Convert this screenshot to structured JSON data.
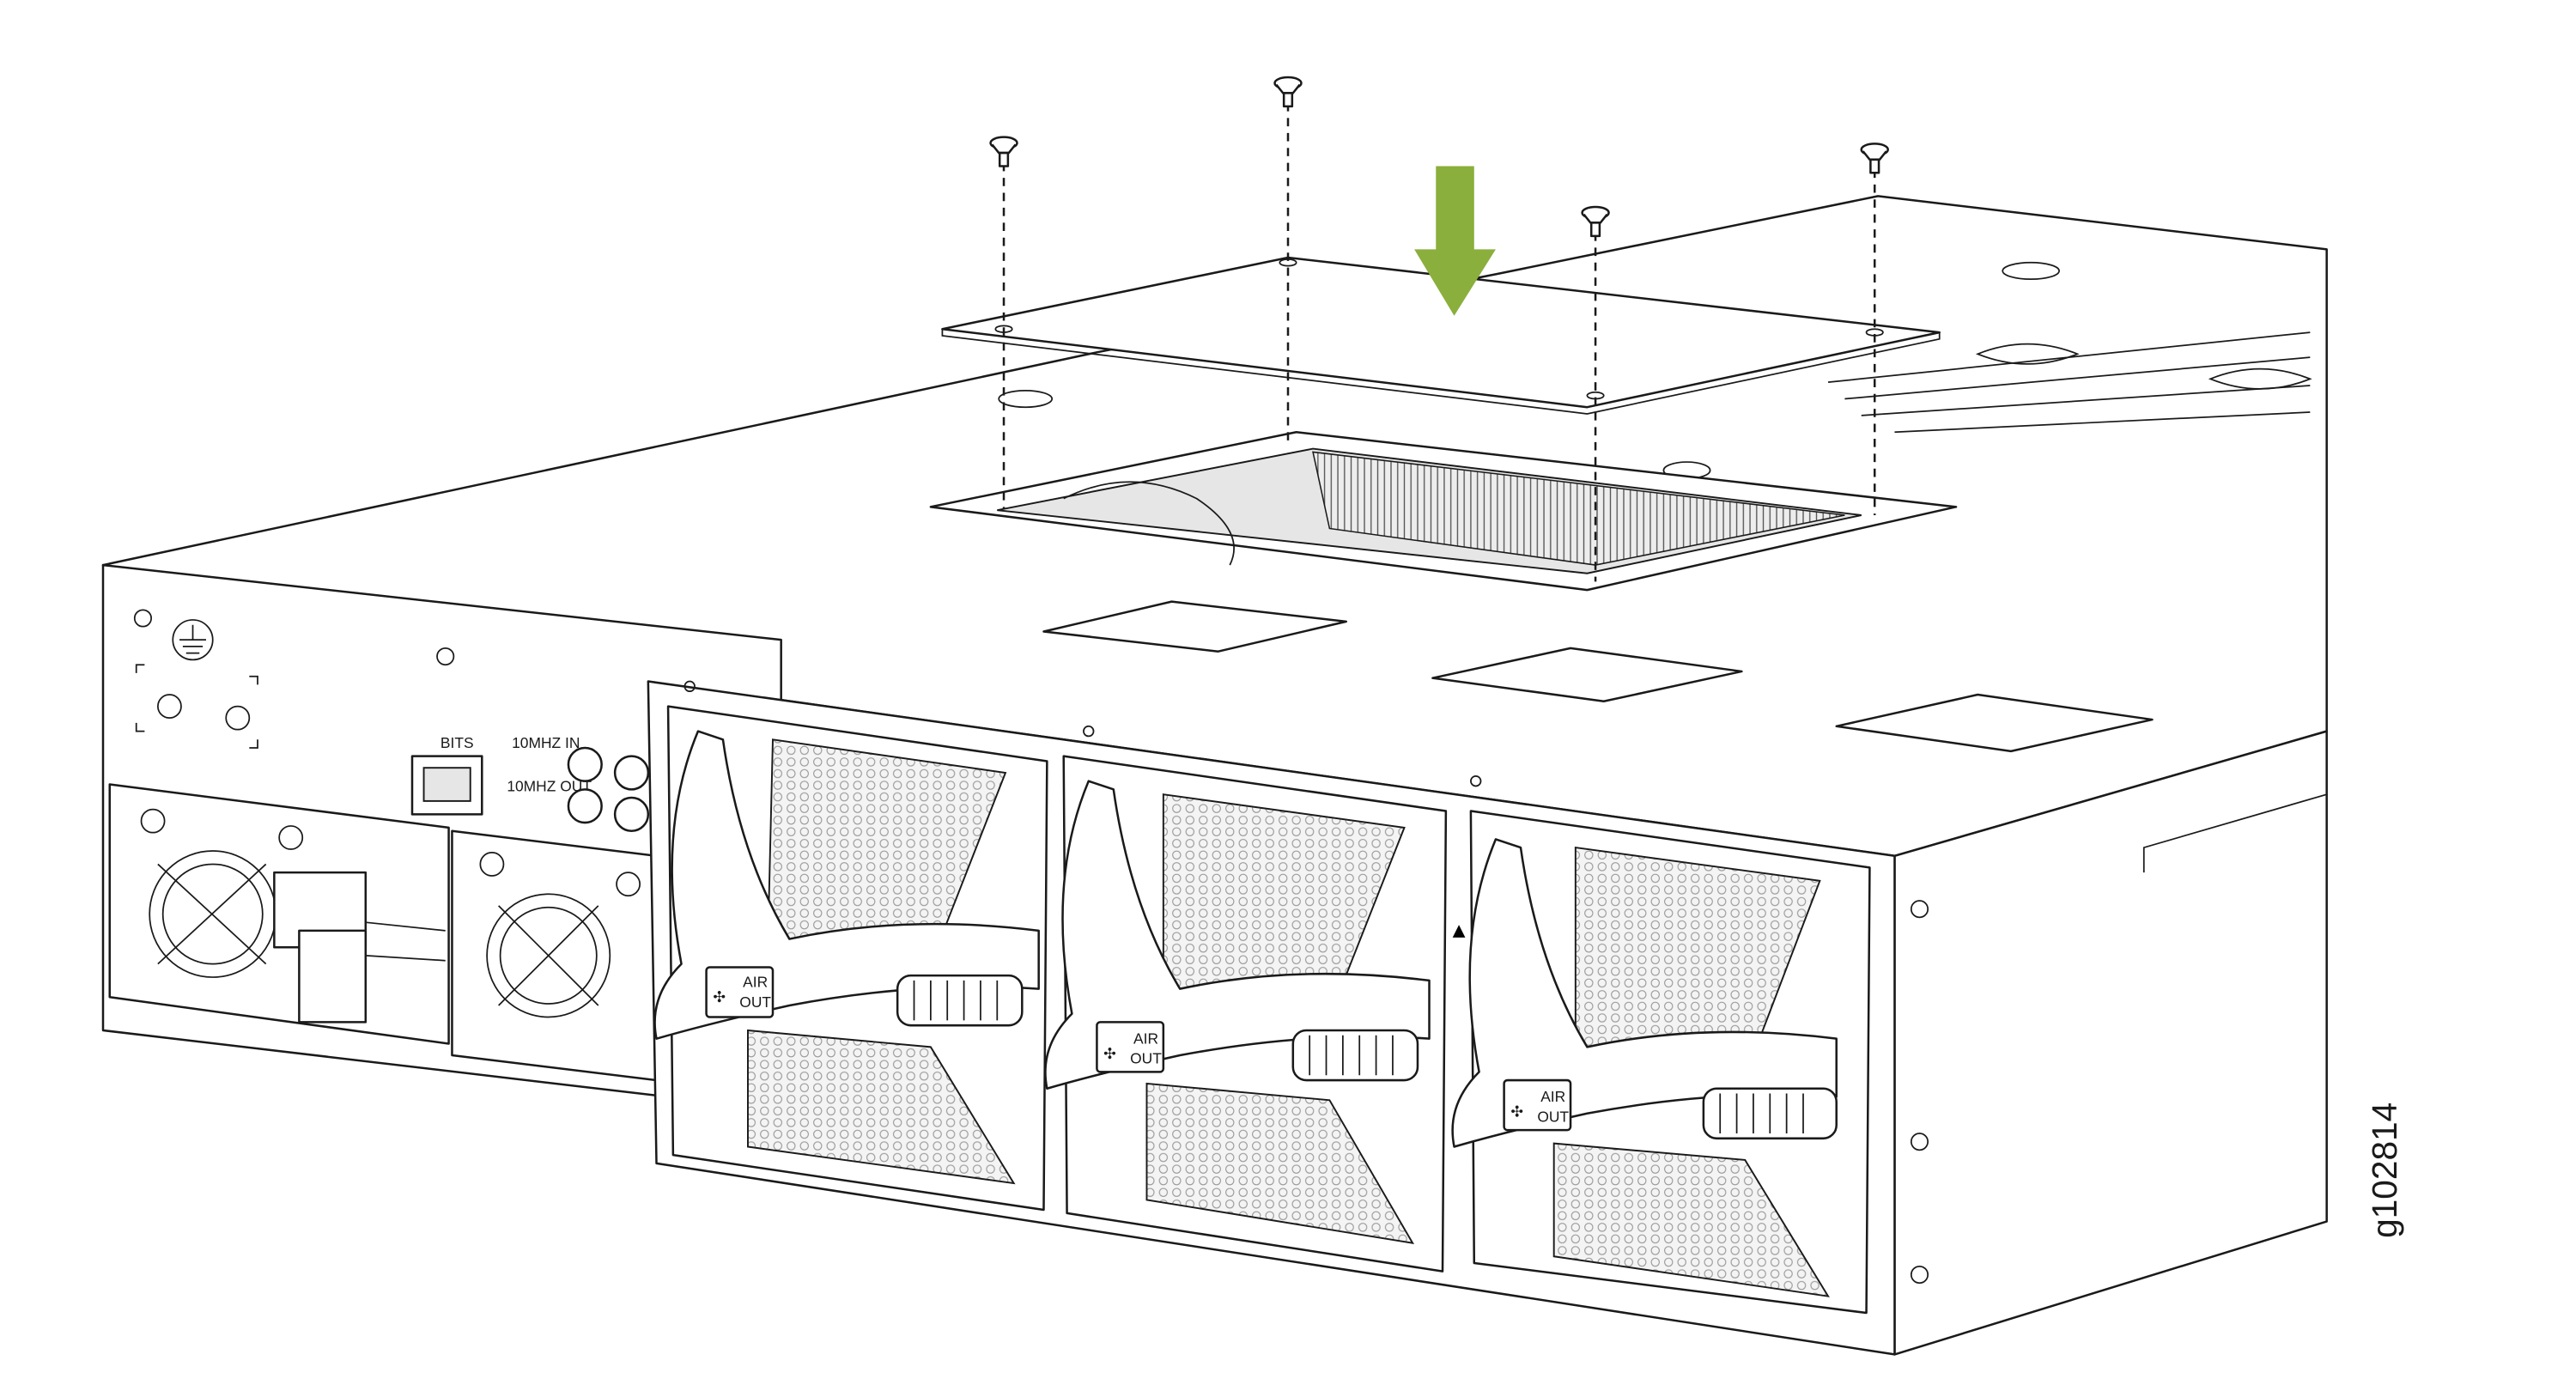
{
  "figure_id": "g102814",
  "labels": {
    "bits": "BITS",
    "mhz_in": "10MHZ IN",
    "mhz_out": "10MHZ OUT",
    "fan_air": "AIR",
    "fan_out": "OUT"
  },
  "fan_modules": [
    {
      "air": "AIR",
      "out": "OUT"
    },
    {
      "air": "AIR",
      "out": "OUT"
    },
    {
      "air": "AIR",
      "out": "OUT"
    }
  ],
  "colors": {
    "arrow": "#8aaf3c",
    "line": "#1a1a1a"
  }
}
